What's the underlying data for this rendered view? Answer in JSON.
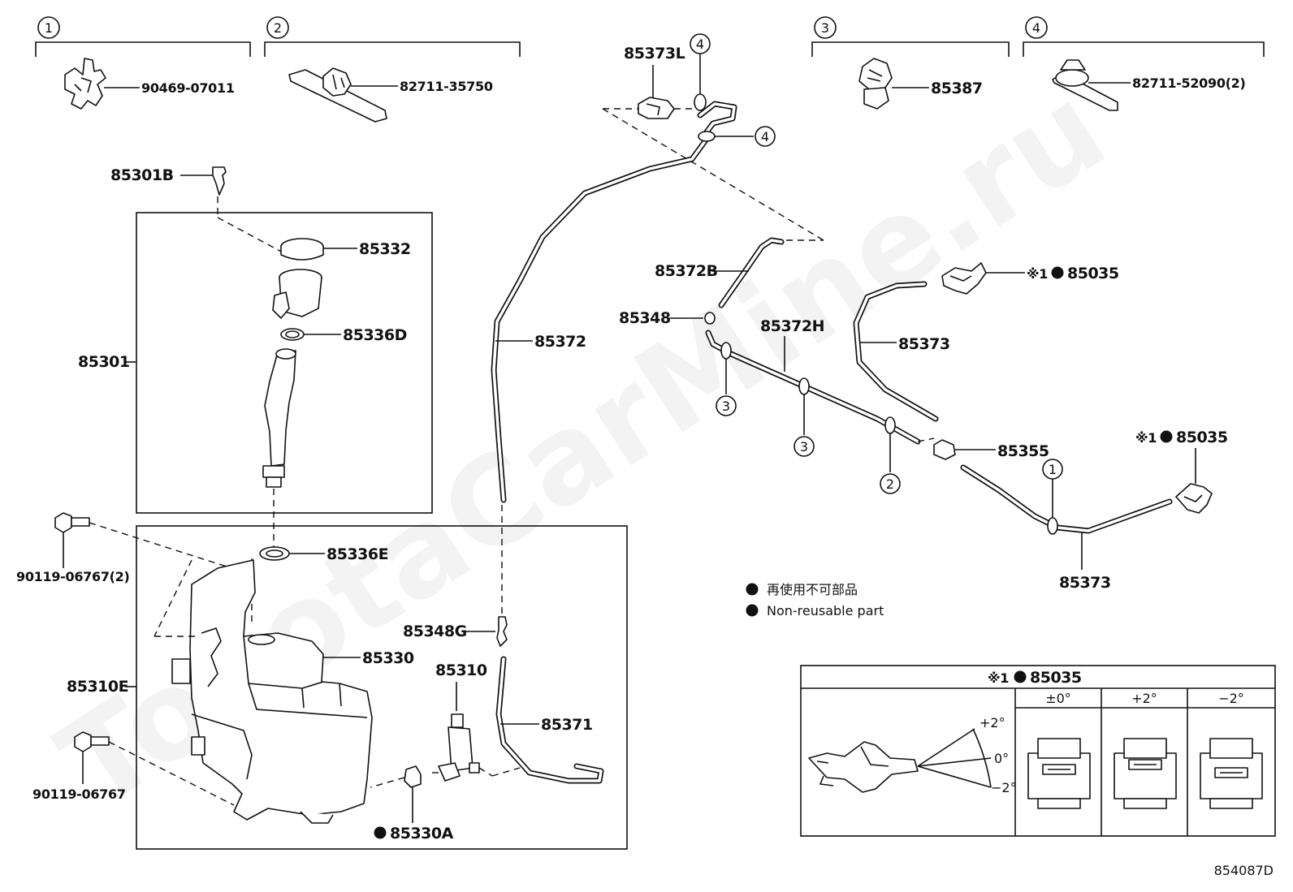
{
  "groups": [
    {
      "num": "1",
      "part": "90469-07011"
    },
    {
      "num": "2",
      "part": "82711-35750"
    },
    {
      "num": "3",
      "part": "85387"
    },
    {
      "num": "4",
      "part": "82711-52090(2)"
    }
  ],
  "callouts": {
    "p85373L": "85373L",
    "p85301B": "85301B",
    "p85332": "85332",
    "p85336D": "85336D",
    "p85301": "85301",
    "p90119a": "90119-06767(2)",
    "p85336E": "85336E",
    "p85330": "85330",
    "p85310E": "85310E",
    "p90119b": "90119-06767",
    "p85330A": "85330A",
    "p85310": "85310",
    "p85348G": "85348G",
    "p85371": "85371",
    "p85372": "85372",
    "p85372B": "85372B",
    "p85348": "85348",
    "p85372H": "85372H",
    "p85373a": "85373",
    "p85035a": "85035",
    "p85355": "85355",
    "p85035b": "85035",
    "p85373b": "85373"
  },
  "clip_refs": {
    "r4a": "4",
    "r4b": "4",
    "r3a": "3",
    "r3b": "3",
    "r2": "2",
    "r1": "1"
  },
  "note_mark": "※1",
  "legend": {
    "jp": "再使用不可部品",
    "en": "Non-reusable part"
  },
  "inset": {
    "title_mark": "※1",
    "title_part": "85035",
    "cols": [
      "±0°",
      "+2°",
      "−2°"
    ],
    "angles": {
      "plus": "+2°",
      "zero": "0°",
      "minus": "−2°"
    }
  },
  "watermark": "ToyotaCarMine.ru",
  "diagram_id": "854087D"
}
